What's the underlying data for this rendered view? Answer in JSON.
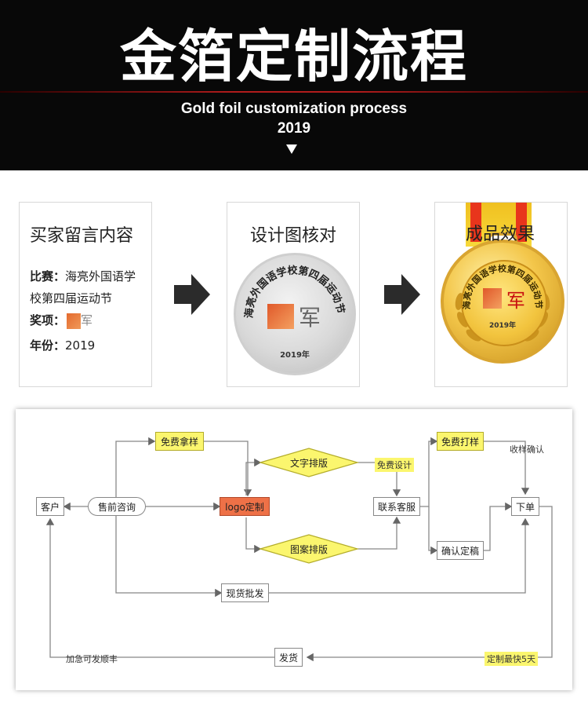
{
  "header": {
    "title": "金箔定制流程",
    "subtitle": "Gold foil customization process",
    "year": "2019"
  },
  "cards": {
    "buyer": {
      "title": "买家留言内容",
      "match_label": "比赛：",
      "match_value_line1": "海亮外国语学",
      "match_value_line2": "校第四届运动节",
      "award_label": "奖项：",
      "award_value": "军",
      "year_label": "年份：",
      "year_value": "2019"
    },
    "design": {
      "title": "设计图核对"
    },
    "result": {
      "title": "成品效果"
    }
  },
  "coin": {
    "arc_text": "海亮外国语学校第四届运动节",
    "center_char": "军",
    "year_text": "2019年"
  },
  "flowchart": {
    "customer": "客户",
    "presale": "售前咨询",
    "free_sample": "免费拿样",
    "text_layout": "文字排版",
    "logo_custom": "logo定制",
    "pattern_layout": "图案排版",
    "free_design": "免费设计",
    "contact_service": "联系客服",
    "free_proof": "免费打样",
    "receive_confirm": "收样确认",
    "order": "下单",
    "confirm_draft": "确认定稿",
    "stock_wholesale": "现货批发",
    "ship": "发货",
    "urgent_sf": "加急可发顺丰",
    "fastest_5days": "定制最快5天"
  },
  "colors": {
    "header_bg": "#080808",
    "accent_red": "#b11c1c",
    "flow_yellow": "#fbf66e",
    "flow_orange": "#ee7147"
  }
}
